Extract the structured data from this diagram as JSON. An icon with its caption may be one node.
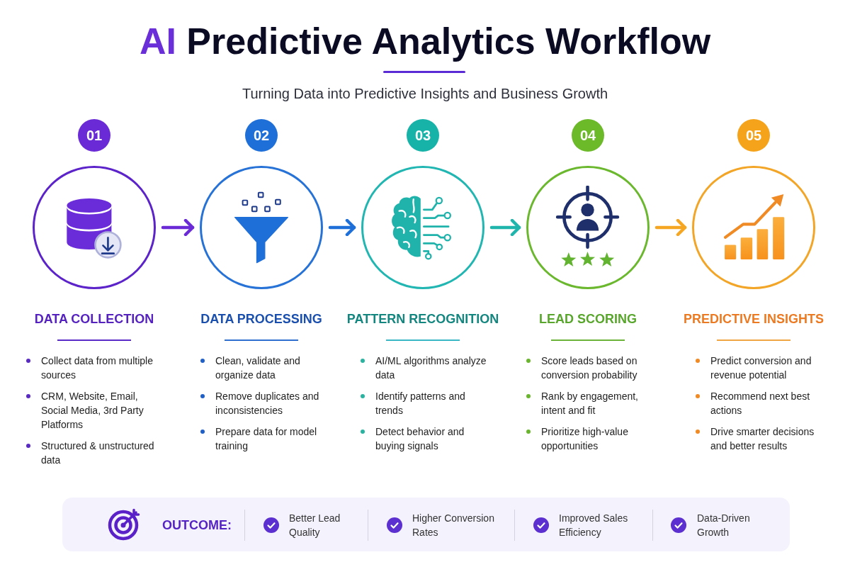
{
  "diagram": {
    "title": "AI Predictive Analytics Workflow",
    "nodes": [
      {
        "text": [
          "01"
        ]
      },
      {
        "text": [],
        "shape": "circle",
        "beside": [
          "DATA COLLECTION",
          "Collect data from multiple sources",
          "CRM, Website, Email, Social Media, 3rd Party Platforms",
          "Structured & unstructured data"
        ]
      },
      {
        "text": [
          "02"
        ]
      },
      {
        "text": [],
        "shape": "circle",
        "beside": [
          "DATA PROCESSING",
          "Clean, validate and organize data",
          "Remove duplicates and inconsistencies",
          "Prepare data for model training"
        ]
      },
      {
        "text": [
          "03"
        ]
      },
      {
        "text": [],
        "shape": "circle",
        "beside": [
          "PATTERN RECOGNITION",
          "AI/ML algorithms analyze data",
          "Identify patterns and trends",
          "Detect behavior and buying signals"
        ]
      },
      {
        "text": [
          "04"
        ]
      },
      {
        "text": [],
        "shape": "circle",
        "beside": [
          "LEAD SCORING",
          "Score leads based on conversion probability",
          "Rank by engagement, intent and fit",
          "Prioritize high-value opportunities"
        ]
      },
      {
        "text": [
          "05"
        ]
      },
      {
        "text": [],
        "shape": "circle",
        "beside": [
          "PREDICTIVE INSIGHTS",
          "Predict conversion and revenue potential",
          "Recommend next best actions",
          "Drive smarter decisions and better results"
        ]
      },
      {
        "text": [
          "OUTCOME:",
          "Better Lead Quality",
          "Higher Conversion Rates",
          "Improved Sales Efficiency",
          "Data-Driven Growth"
        ]
      }
    ],
    "edges": [
      {
        "from": 1,
        "to": 3,
        "arrow": "to",
        "color": "#6a2bd6"
      },
      {
        "from": 3,
        "to": 5,
        "arrow": "to",
        "color": "#1f6fd8"
      },
      {
        "from": 5,
        "to": 7,
        "arrow": "to",
        "color": "#1fb5ad"
      },
      {
        "from": 7,
        "to": 9,
        "arrow": "to",
        "color": "#f5a623"
      }
    ],
    "labels": [
      "Turning Data into Predictive Insights and Business Growth"
    ]
  }
}
